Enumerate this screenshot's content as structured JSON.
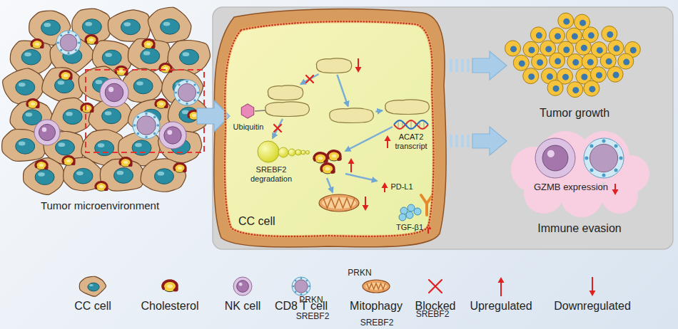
{
  "diagram": {
    "nodes": [
      {
        "text": [
          "CC cell"
        ]
      },
      {
        "text": [
          "PRKN"
        ],
        "in": 0
      },
      {
        "text": [
          "SREBF2"
        ],
        "in": 0
      },
      {
        "text": [
          "PRKN"
        ],
        "in": 0
      },
      {
        "text": [
          "SREBF2"
        ],
        "in": 0
      },
      {
        "text": [
          "SREBF2"
        ],
        "in": 0
      }
    ],
    "edges": [
      {
        "from": 3,
        "to": 1,
        "arrow": "to"
      },
      {
        "from": 3,
        "to": 4,
        "arrow": "to"
      },
      {
        "from": 4,
        "to": 5,
        "arrow": "to"
      }
    ],
    "labels": [
      "Tumor microenvironment",
      "Ubiquitin",
      "SREBF2 degradation",
      "ACAT2 transcript",
      "PD-L1",
      "TGF-β1",
      "Tumor growth",
      "GZMB expression",
      "Immune evasion"
    ],
    "legend": [
      {
        "text": "CC cell"
      },
      {
        "text": "Cholesterol"
      },
      {
        "text": "NK cell"
      },
      {
        "text": "CD8 T cell"
      },
      {
        "text": "Mitophagy"
      },
      {
        "text": "Blocked"
      },
      {
        "text": "Upregulated"
      },
      {
        "text": "Downregulated"
      }
    ]
  }
}
